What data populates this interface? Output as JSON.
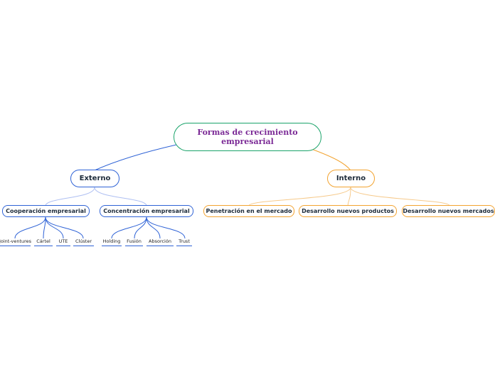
{
  "root": {
    "title": "Formas de crecimiento empresarial"
  },
  "branches": {
    "externo": {
      "label": "Externo",
      "cooperacion": {
        "label": "Cooperación empresarial",
        "items": [
          "Joint-ventures",
          "Cártel",
          "UTE",
          "Clúster"
        ]
      },
      "concentracion": {
        "label": "Concentración empresarial",
        "items": [
          "Holding",
          "Fusión",
          "Absorción",
          "Trust"
        ]
      }
    },
    "interno": {
      "label": "Interno",
      "items": [
        "Penetración en el mercado",
        "Desarrollo nuevos productos",
        "Desarrollo nuevos mercados"
      ]
    }
  },
  "colors": {
    "root_border": "#1aa36a",
    "root_text": "#7b2a96",
    "externo": "#2f63d6",
    "externo_links": "#aebff2",
    "interno": "#f2a330"
  }
}
